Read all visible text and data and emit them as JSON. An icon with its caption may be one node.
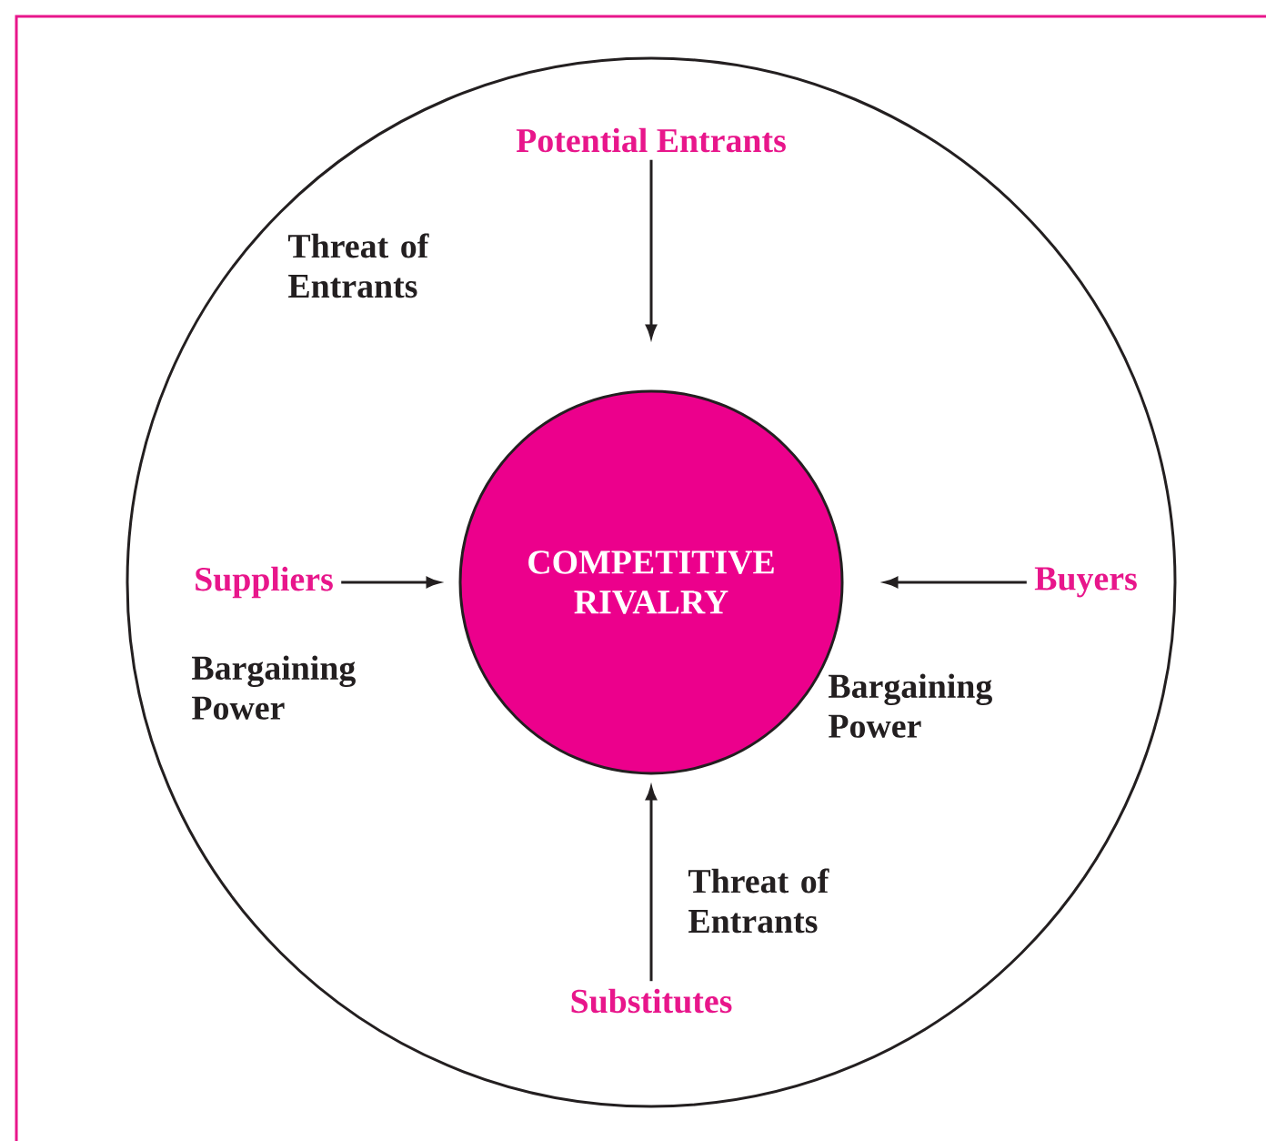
{
  "diagram": {
    "nodes": [
      {
        "text": [],
        "shape": "circle"
      },
      {
        "text": [
          "Potential Entrants"
        ],
        "in": 0
      },
      {
        "text": [
          "Suppliers"
        ],
        "in": 0
      },
      {
        "text": [
          "COMPETITIVE RIVALRY"
        ],
        "in": 0
      },
      {
        "text": [
          "Buyers"
        ],
        "in": 0
      },
      {
        "text": [
          "Substitutes"
        ],
        "in": 0
      }
    ],
    "edges": [
      {
        "from": 1,
        "to": 3,
        "arrow": "to"
      },
      {
        "from": 2,
        "to": 3,
        "arrow": "to"
      },
      {
        "from": 4,
        "to": 3,
        "arrow": "to"
      },
      {
        "from": 5,
        "to": 3,
        "arrow": "to"
      }
    ],
    "labels": [
      "Threat of Entrants",
      "Bargaining Power",
      "Bargaining Power",
      "Threat of Entrants"
    ]
  }
}
